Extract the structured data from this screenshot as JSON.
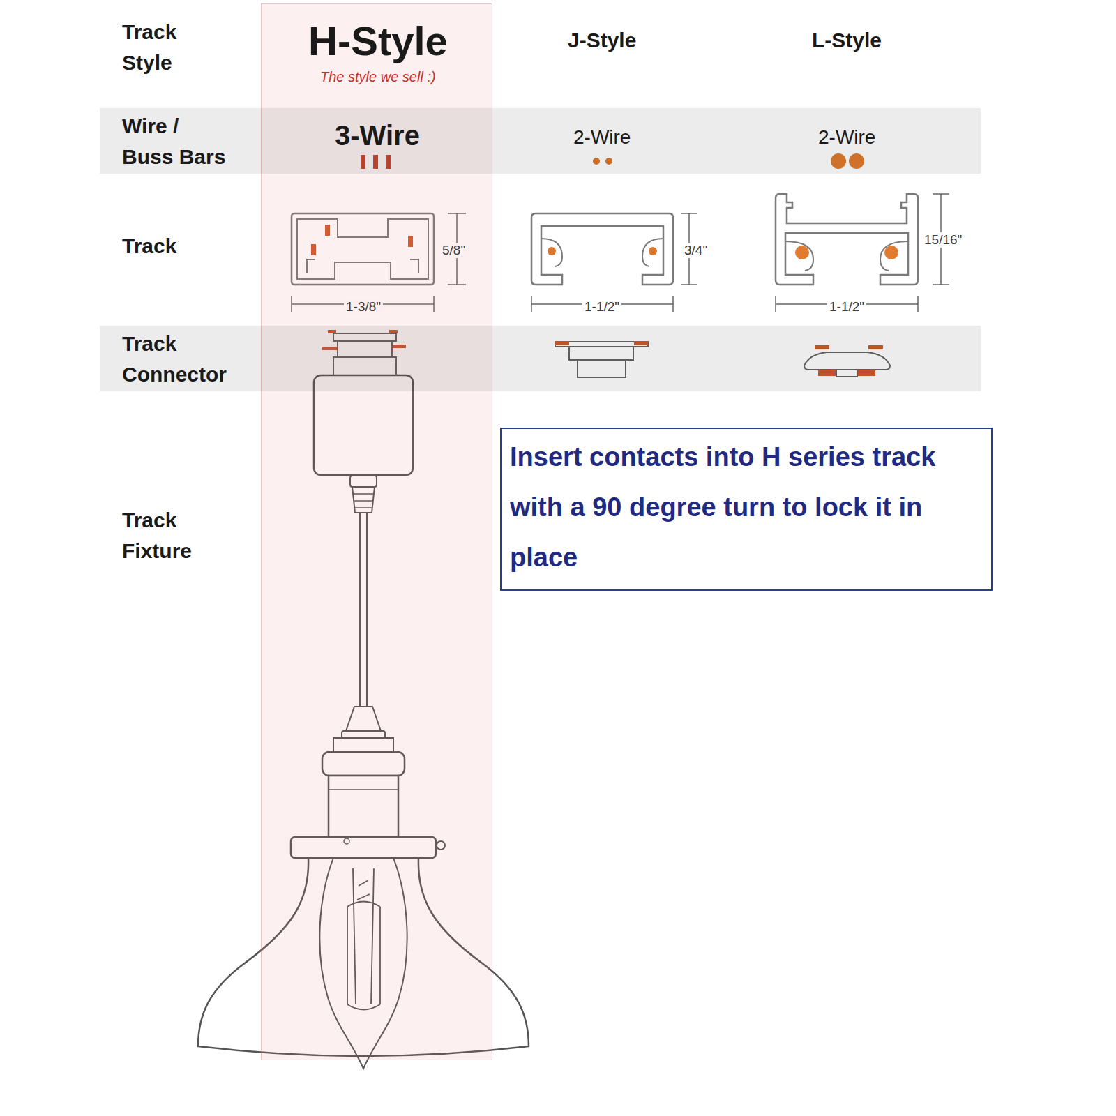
{
  "diagram": {
    "nodes": [
      {
        "text": [
          "H-Style",
          "The style we sell :)"
        ]
      },
      {
        "text": [
          "Wire / Buss Bars",
          "3-Wire",
          "2-Wire",
          "2-Wire"
        ]
      },
      {
        "text": [
          "Track Connector"
        ]
      },
      {
        "text": [
          "Insert contacts into H series track with a 90 degree turn to lock it in place"
        ]
      }
    ],
    "labels": [
      "Track Style",
      "J-Style",
      "L-Style",
      "Track",
      "5/8\"",
      "1-3/8\"",
      "3/4\"",
      "1-1/2\"",
      "15/16\"",
      "1-1/2\"",
      "Track Fixture"
    ]
  }
}
